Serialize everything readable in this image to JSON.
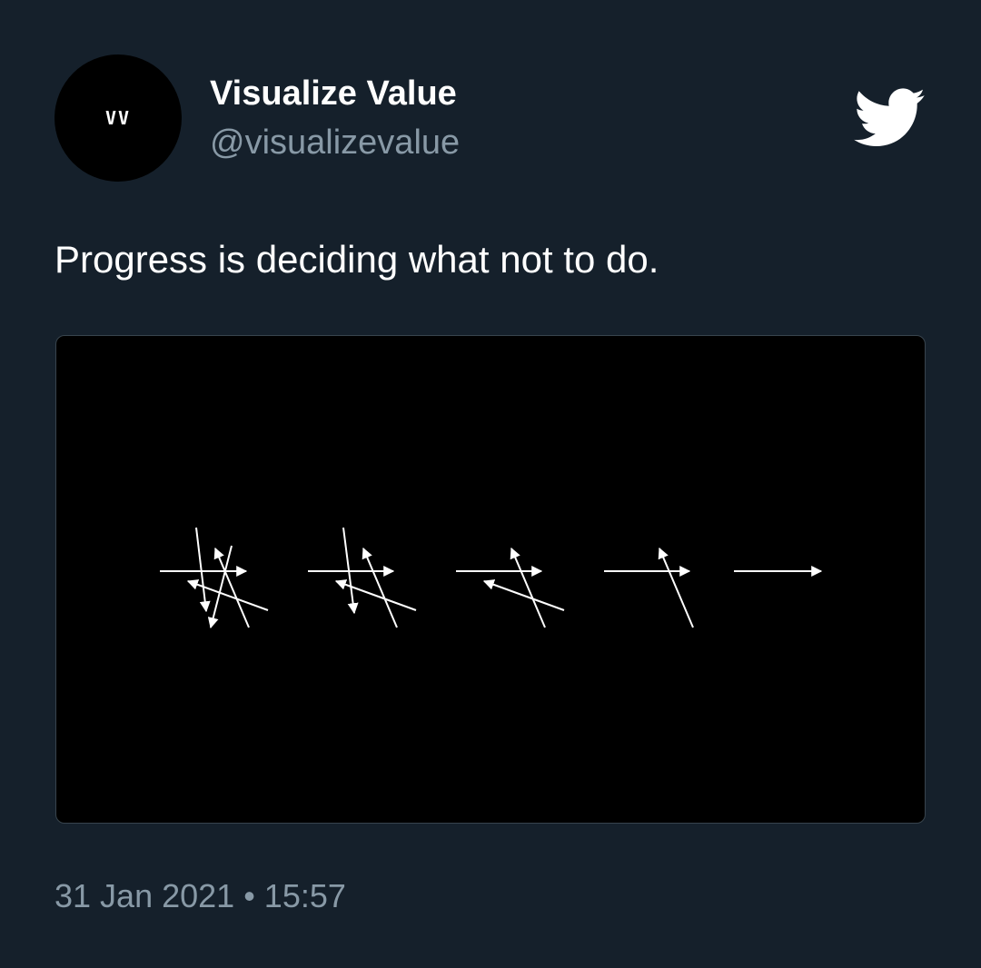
{
  "tweet": {
    "author": {
      "avatar_text": "VV",
      "name": "Visualize Value",
      "handle": "@visualizevalue"
    },
    "text": "Progress is deciding what not to do.",
    "date": "31 Jan 2021",
    "separator": "•",
    "time": "15:57",
    "platform_icon": "twitter-bird-icon"
  },
  "colors": {
    "background": "#15202b",
    "media_background": "#000000",
    "secondary_text": "#8899a6",
    "primary_text": "#ffffff"
  },
  "media": {
    "description_icon": "arrows-illustration"
  }
}
